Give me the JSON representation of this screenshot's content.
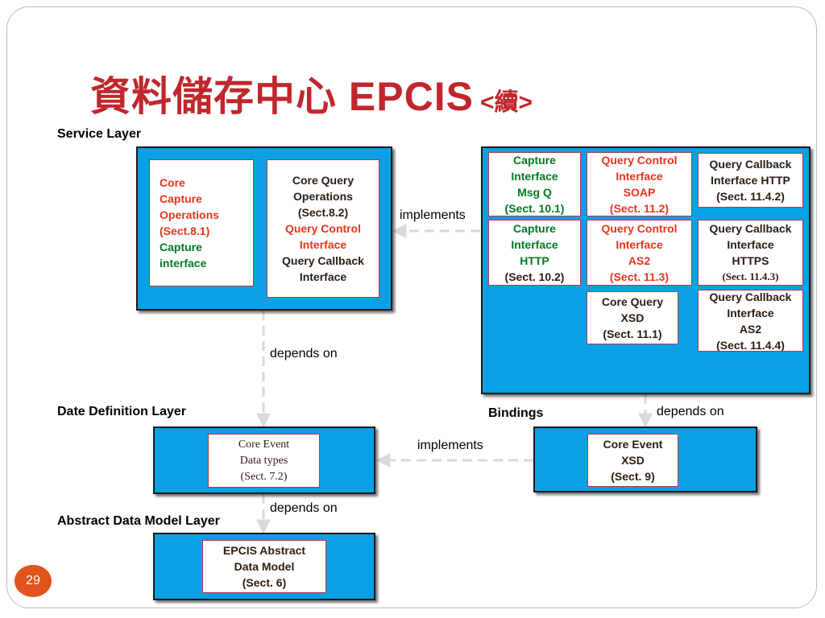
{
  "slide": {
    "title_main": "資料儲存中心 EPCIS",
    "title_sub": "<續>",
    "page_number": "29"
  },
  "labels": {
    "service_layer": "Service Layer",
    "data_definition_layer": "Date Definition Layer",
    "abstract_data_model_layer": "Abstract Data Model Layer",
    "bindings": "Bindings"
  },
  "edges": {
    "implements_top": "implements",
    "depends_on_core": "depends on",
    "depends_on_bindings": "depends on",
    "implements_bottom": "implements",
    "depends_on_abstract": "depends on"
  },
  "service_layer": {
    "core_capture": [
      "Core",
      "Capture",
      "Operations",
      "(Sect.8.1)",
      "Capture",
      "interface"
    ],
    "core_query": [
      "Core Query",
      "Operations",
      "(Sect.8.2)",
      "Query Control",
      "Interface",
      "Query Callback",
      "Interface"
    ]
  },
  "bindings": {
    "capture_msgq": [
      "Capture",
      "Interface",
      "Msg Q",
      "(Sect. 10.1)"
    ],
    "query_control_soap": [
      "Query Control",
      "Interface",
      "SOAP",
      "(Sect. 11.2)"
    ],
    "query_callback_http": [
      "Query Callback",
      "Interface HTTP",
      "(Sect. 11.4.2)"
    ],
    "capture_http": [
      "Capture",
      "Interface",
      "HTTP",
      "(Sect. 10.2)"
    ],
    "query_control_as2": [
      "Query Control",
      "Interface",
      "AS2",
      "(Sect. 11.3)"
    ],
    "query_callback_https": [
      "Query Callback",
      "Interface",
      "HTTPS",
      "(Sect. 11.4.3)"
    ],
    "core_query_xsd": [
      "Core Query",
      "XSD",
      "(Sect. 11.1)"
    ],
    "query_callback_as2": [
      "Query Callback",
      "Interface",
      "AS2",
      "(Sect. 11.4.4)"
    ],
    "core_event_xsd": [
      "Core Event",
      "XSD",
      "(Sect. 9)"
    ]
  },
  "data_definition": {
    "core_event_types": [
      "Core Event",
      "Data types",
      "(Sect. 7.2)"
    ]
  },
  "abstract_model": {
    "epcis_abstract": [
      "EPCIS Abstract",
      "Data Model",
      "(Sect. 6)"
    ]
  },
  "colors": {
    "title": "#c0272d",
    "layer_fill": "#0aa0e6",
    "box_border": "#b23a3a",
    "text_red": "#e8341c",
    "text_green": "#007a1f",
    "text_dark": "#2b1d10",
    "connector": "#d9d9d9",
    "page_badge": "#e0531c"
  }
}
